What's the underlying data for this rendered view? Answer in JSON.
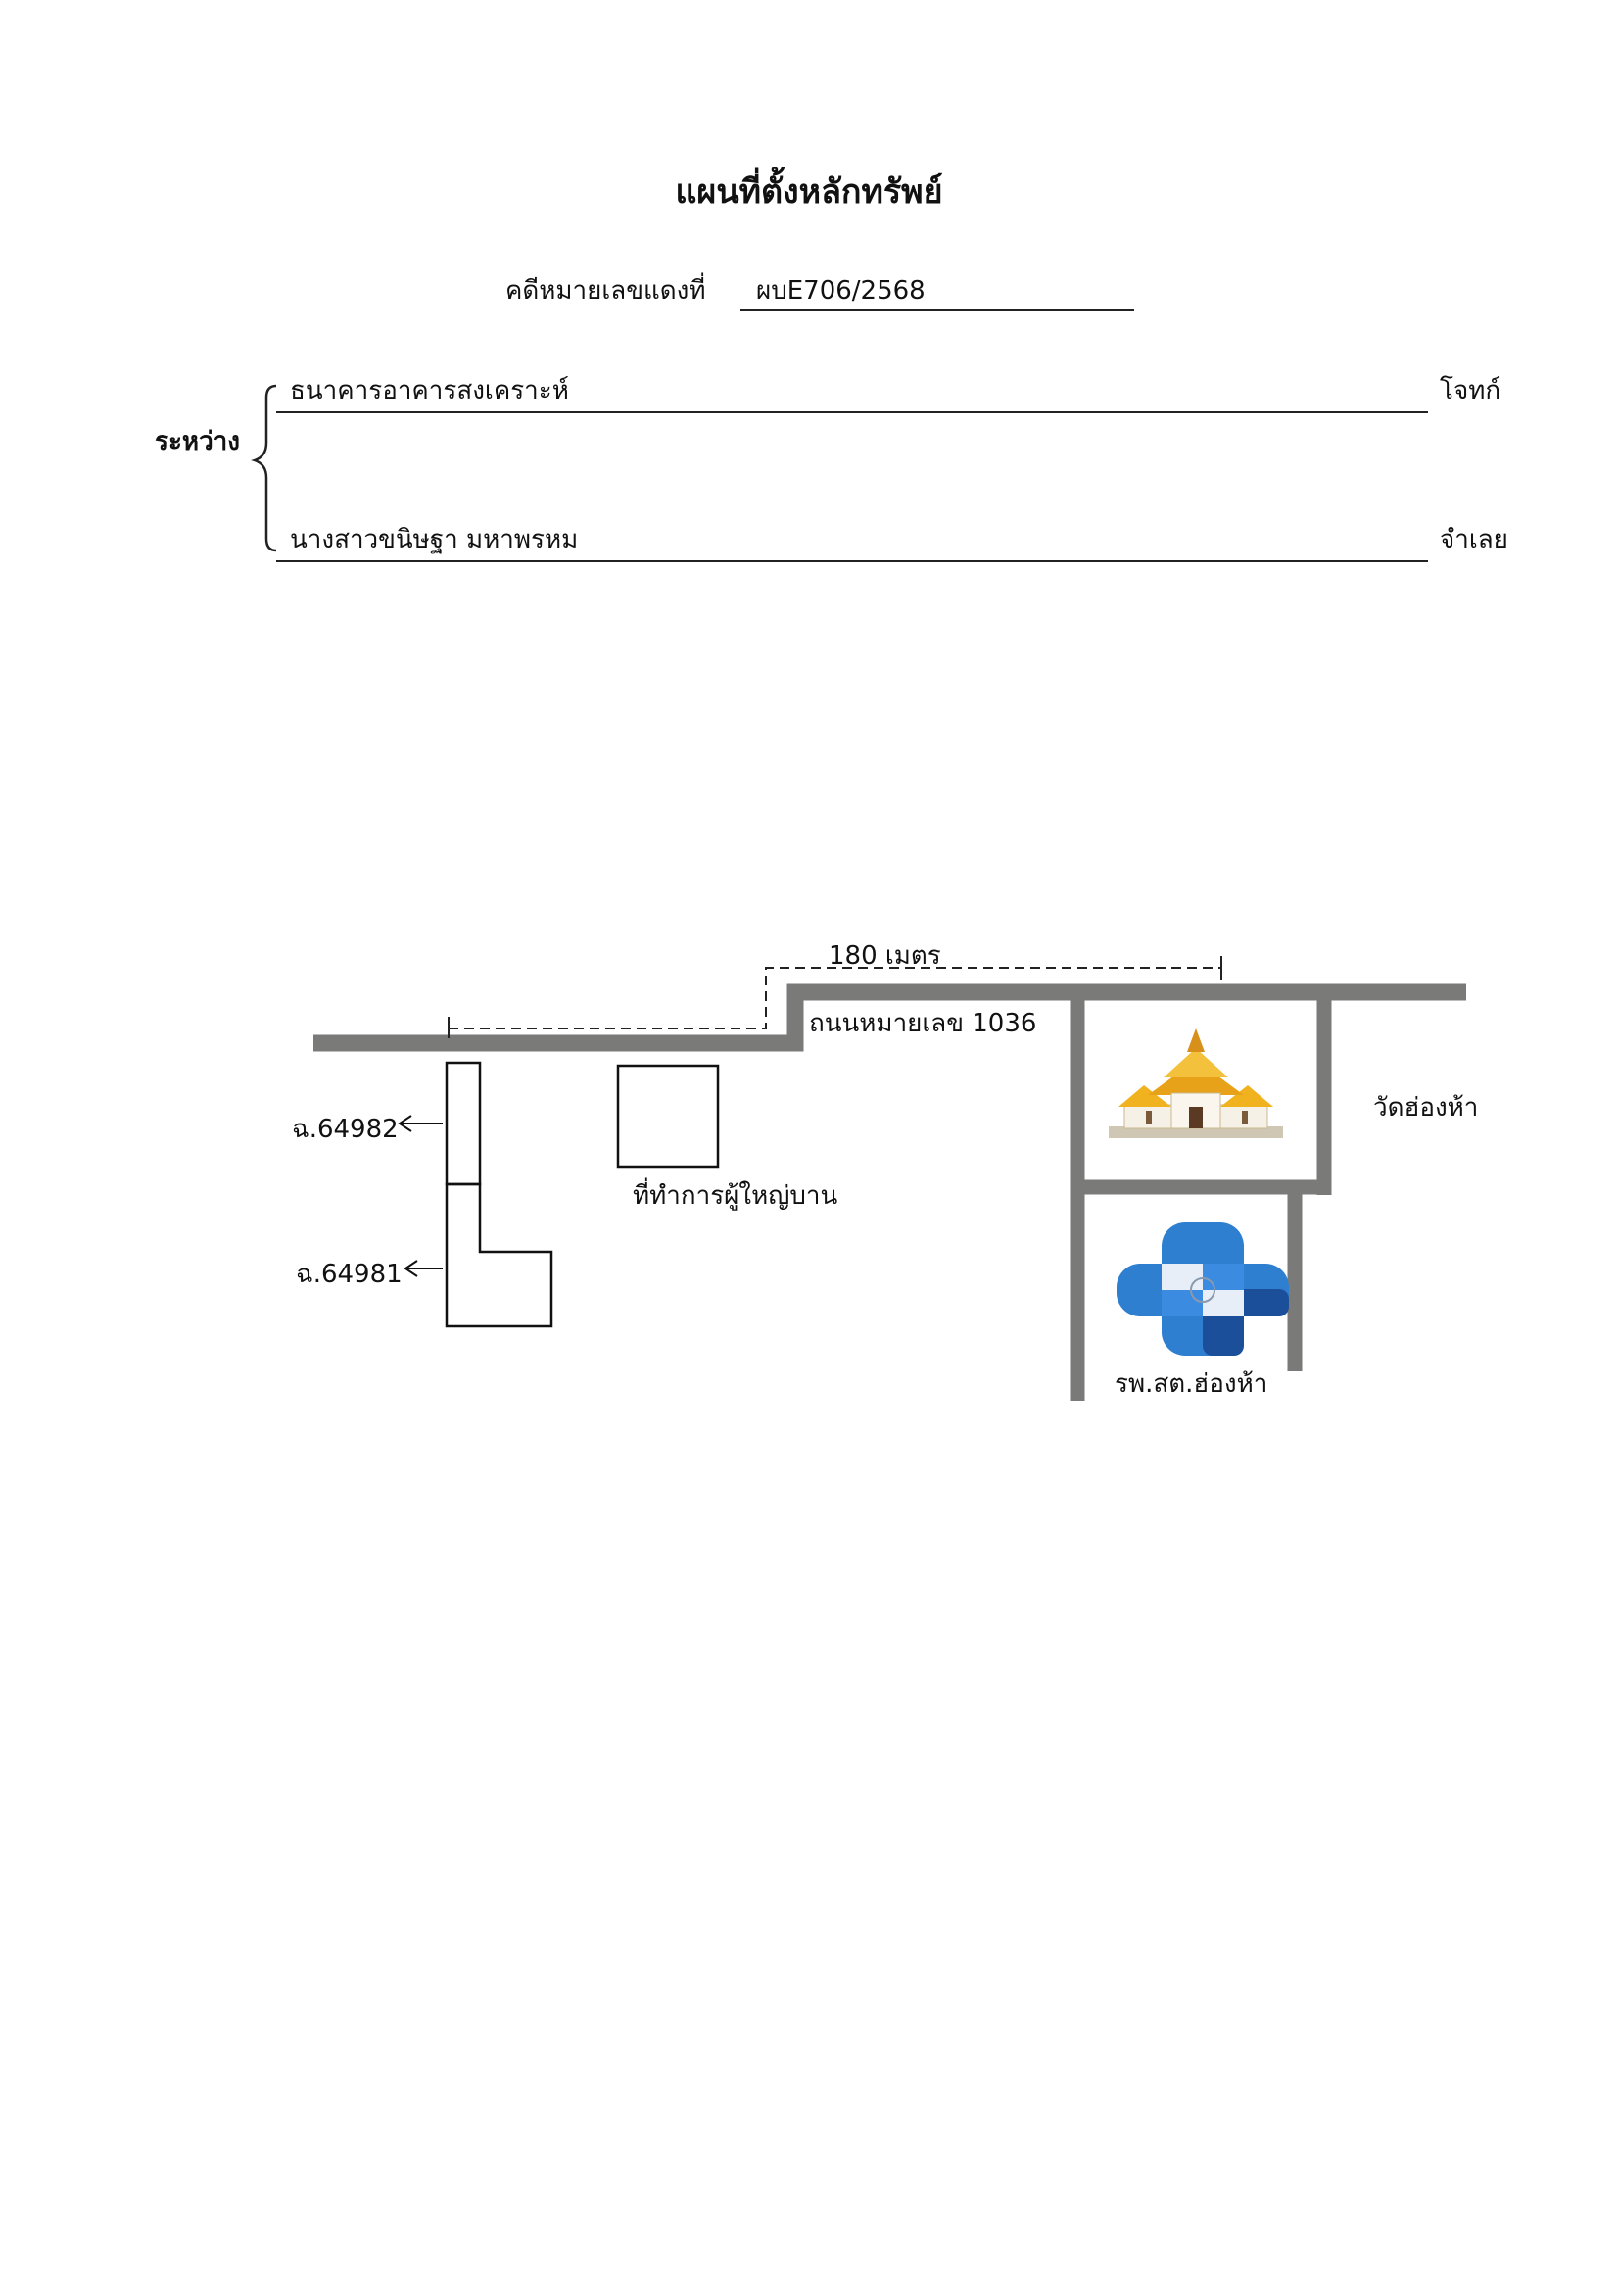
{
  "document": {
    "title": "แผนที่ตั้งหลักทรัพย์",
    "case_number_label": "คดีหมายเลขแดงที่",
    "case_number": "ผบE706/2568",
    "between_label": "ระหว่าง",
    "plaintiff": {
      "name": "ธนาคารอาคารสงเคราะห์",
      "role": "โจทก์"
    },
    "defendant": {
      "name": "นางสาวขนิษฐา มหาพรหม",
      "role": "จำเลย"
    }
  },
  "map": {
    "distance_label": "180 เมตร",
    "road_label": "ถนนหมายเลข 1036",
    "parcel_upper": "ฉ.64982",
    "parcel_lower": "ฉ.64981",
    "headman_office": "ที่ทำการผู้ใหญ่บาน",
    "temple": "วัดฮ่องห้า",
    "health_center": "รพ.สต.ฮ่องห้า",
    "colors": {
      "road": "#7a7a78",
      "temple_gold": "#e8a21a",
      "health_blue": "#2f7fd0",
      "health_dark": "#1c4f99"
    },
    "icons": [
      "temple-icon",
      "health-cross-icon"
    ]
  }
}
